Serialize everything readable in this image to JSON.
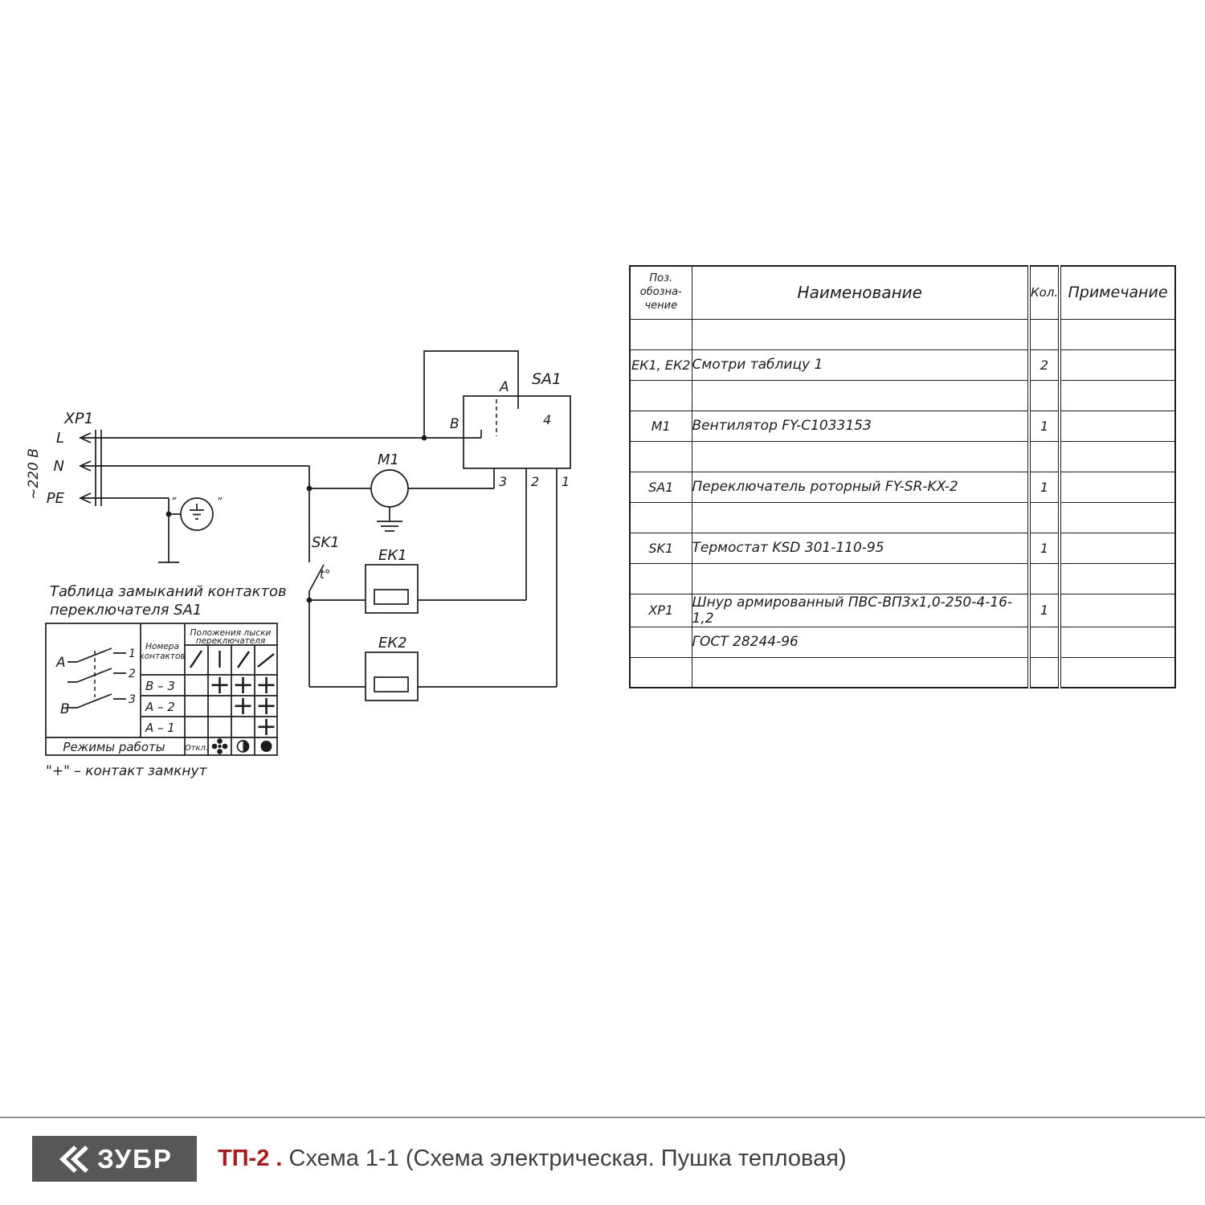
{
  "colors": {
    "ink": "#1c1c1c",
    "model_red": "#a51c1c",
    "logo_gray": "#57575a",
    "caption_gray": "#3f3f3f"
  },
  "schematic": {
    "connector": "ХР1",
    "voltage": "~220 В",
    "wire_l": "L",
    "wire_n": "N",
    "wire_pe": "PE",
    "motor": "М1",
    "thermostat": "SK1",
    "thermo_temp": "t°",
    "switch": "SA1",
    "term_a": "А",
    "term_b": "В",
    "pin_1": "1",
    "pin_2": "2",
    "pin_3": "3",
    "pin_4": "4",
    "heater_1": "ЕК1",
    "heater_2": "ЕК2",
    "ground_quote_left": "”",
    "ground_quote_right": "”"
  },
  "contact_table": {
    "title_line1": "Таблица замыканий контактов",
    "title_line2": "переключателя SA1",
    "numbers_header_1": "Номера",
    "numbers_header_2": "контактов",
    "positions_header_1": "Положения лыски",
    "positions_header_2": "переключателя",
    "diagram": {
      "a": "А",
      "b": "В",
      "n1": "1",
      "n2": "2",
      "n3": "3"
    },
    "rows": [
      {
        "label": "В – 3",
        "m1": "",
        "m2": "+",
        "m3": "+",
        "m4": "+"
      },
      {
        "label": "А – 2",
        "m1": "",
        "m2": "",
        "m3": "+",
        "m4": "+"
      },
      {
        "label": "А – 1",
        "m1": "",
        "m2": "",
        "m3": "",
        "m4": "+"
      }
    ],
    "modes_label": "Режимы работы",
    "off_label": "Откл.",
    "legend": "\"+\" – контакт замкнут"
  },
  "parts_table": {
    "header": {
      "pos_1": "Поз.",
      "pos_2": "обозна-",
      "pos_3": "чение",
      "name": "Наименование",
      "qty": "Кол.",
      "note": "Примечание"
    },
    "rows": [
      {
        "pos": "",
        "name": "",
        "qty": "",
        "note": ""
      },
      {
        "pos": "ЕК1, ЕК2",
        "name": "Смотри таблицу 1",
        "qty": "2",
        "note": ""
      },
      {
        "pos": "",
        "name": "",
        "qty": "",
        "note": ""
      },
      {
        "pos": "М1",
        "name": "Вентилятор FY-C1033153",
        "qty": "1",
        "note": ""
      },
      {
        "pos": "",
        "name": "",
        "qty": "",
        "note": ""
      },
      {
        "pos": "SA1",
        "name": "Переключатель роторный FY-SR-KX-2",
        "qty": "1",
        "note": ""
      },
      {
        "pos": "",
        "name": "",
        "qty": "",
        "note": ""
      },
      {
        "pos": "SK1",
        "name": "Термостат KSD 301-110-95",
        "qty": "1",
        "note": ""
      },
      {
        "pos": "",
        "name": "",
        "qty": "",
        "note": ""
      },
      {
        "pos": "ХР1",
        "name": "Шнур армированный ПВС-ВП3х1,0-250-4-16-1,2",
        "qty": "1",
        "note": ""
      },
      {
        "pos": "",
        "name": "ГОСТ 28244-96",
        "qty": "",
        "note": ""
      },
      {
        "pos": "",
        "name": "",
        "qty": "",
        "note": ""
      }
    ]
  },
  "footer": {
    "brand": "ЗУБР",
    "model": "ТП-2 .",
    "title": "Схема 1-1 (Схема электрическая. Пушка тепловая)"
  }
}
